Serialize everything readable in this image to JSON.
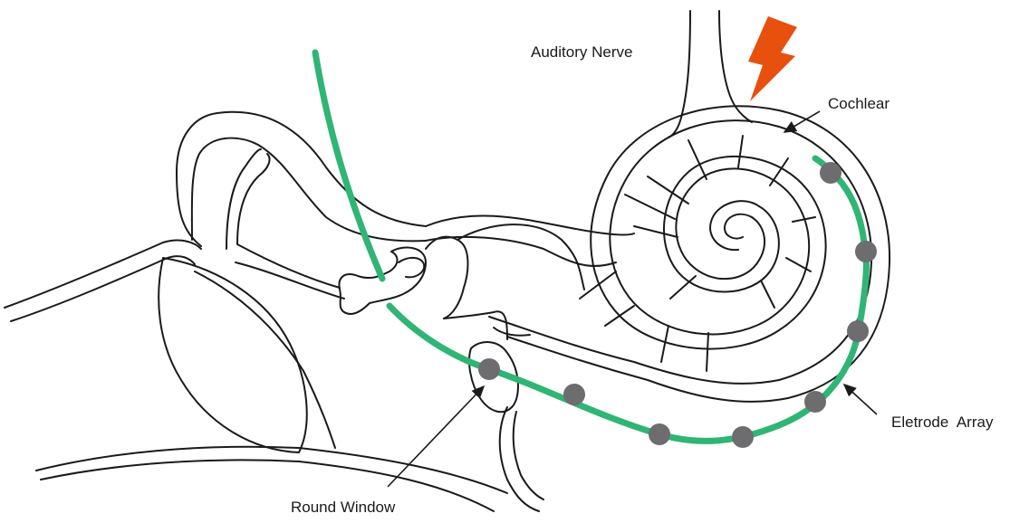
{
  "labels": {
    "auditory_nerve": "Auditory Nerve",
    "cochlear": "Cochlear",
    "electrode_array": "Eletrode  Array",
    "round_window": "Round Window"
  },
  "colors": {
    "electrode_wire": "#2fb574",
    "electrode_contact": "#6d6d70",
    "lightning": "#e8500e",
    "outline": "#1a1a1a"
  },
  "icons": {
    "stimulation": "lightning-bolt-icon"
  }
}
